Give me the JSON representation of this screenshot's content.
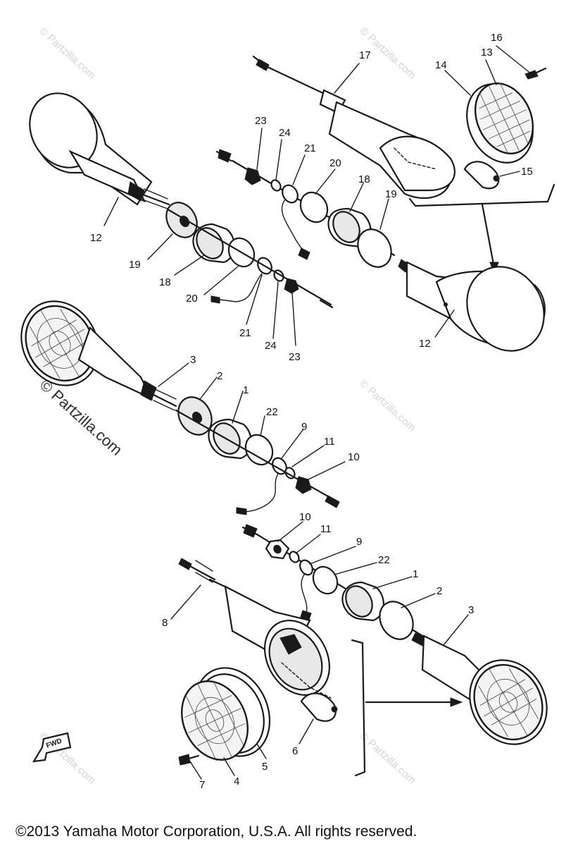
{
  "diagram": {
    "copyright": "©2013 Yamaha Motor Corporation, U.S.A. All rights reserved.",
    "watermark": "© Partzilla.com",
    "fwd_mark": "FWD",
    "callouts": [
      {
        "id": "c17",
        "label": "17"
      },
      {
        "id": "c16",
        "label": "16"
      },
      {
        "id": "c13",
        "label": "13"
      },
      {
        "id": "c14",
        "label": "14"
      },
      {
        "id": "c15",
        "label": "15"
      },
      {
        "id": "c23a",
        "label": "23"
      },
      {
        "id": "c24a",
        "label": "24"
      },
      {
        "id": "c21a",
        "label": "21"
      },
      {
        "id": "c20a",
        "label": "20"
      },
      {
        "id": "c18a",
        "label": "18"
      },
      {
        "id": "c19a",
        "label": "19"
      },
      {
        "id": "c12a",
        "label": "12"
      },
      {
        "id": "c19b",
        "label": "19"
      },
      {
        "id": "c18b",
        "label": "18"
      },
      {
        "id": "c20b",
        "label": "20"
      },
      {
        "id": "c21b",
        "label": "21"
      },
      {
        "id": "c24b",
        "label": "24"
      },
      {
        "id": "c23b",
        "label": "23"
      },
      {
        "id": "c12b",
        "label": "12"
      },
      {
        "id": "c3a",
        "label": "3"
      },
      {
        "id": "c2a",
        "label": "2"
      },
      {
        "id": "c1a",
        "label": "1"
      },
      {
        "id": "c22a",
        "label": "22"
      },
      {
        "id": "c9a",
        "label": "9"
      },
      {
        "id": "c11a",
        "label": "11"
      },
      {
        "id": "c10a",
        "label": "10"
      },
      {
        "id": "c10b",
        "label": "10"
      },
      {
        "id": "c11b",
        "label": "11"
      },
      {
        "id": "c9b",
        "label": "9"
      },
      {
        "id": "c22b",
        "label": "22"
      },
      {
        "id": "c1b",
        "label": "1"
      },
      {
        "id": "c2b",
        "label": "2"
      },
      {
        "id": "c3b",
        "label": "3"
      },
      {
        "id": "c8",
        "label": "8"
      },
      {
        "id": "c6",
        "label": "6"
      },
      {
        "id": "c5",
        "label": "5"
      },
      {
        "id": "c4",
        "label": "4"
      },
      {
        "id": "c7",
        "label": "7"
      }
    ]
  }
}
